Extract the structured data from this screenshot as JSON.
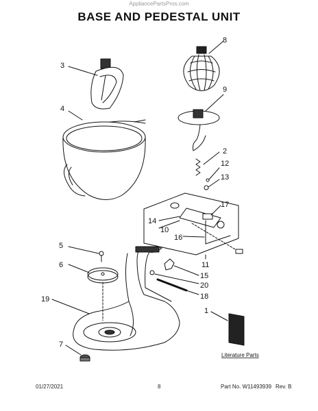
{
  "watermark": "AppliancePartsPros.com",
  "title": "BASE AND PEDESTAL UNIT",
  "callouts": {
    "c1": "1",
    "c2": "2",
    "c3": "3",
    "c4": "4",
    "c5": "5",
    "c6": "6",
    "c7": "7",
    "c8": "8",
    "c9": "9",
    "c10": "10",
    "c11": "11",
    "c12": "12",
    "c13": "13",
    "c14": "14",
    "c15": "15",
    "c16": "16",
    "c17": "17",
    "c18": "18",
    "c19": "19",
    "c20": "20"
  },
  "literature_label": "Literature Parts",
  "footer": {
    "date": "01/27/2021",
    "page": "8",
    "part_no": "Part No. W11493939",
    "rev": "Rev. B"
  }
}
